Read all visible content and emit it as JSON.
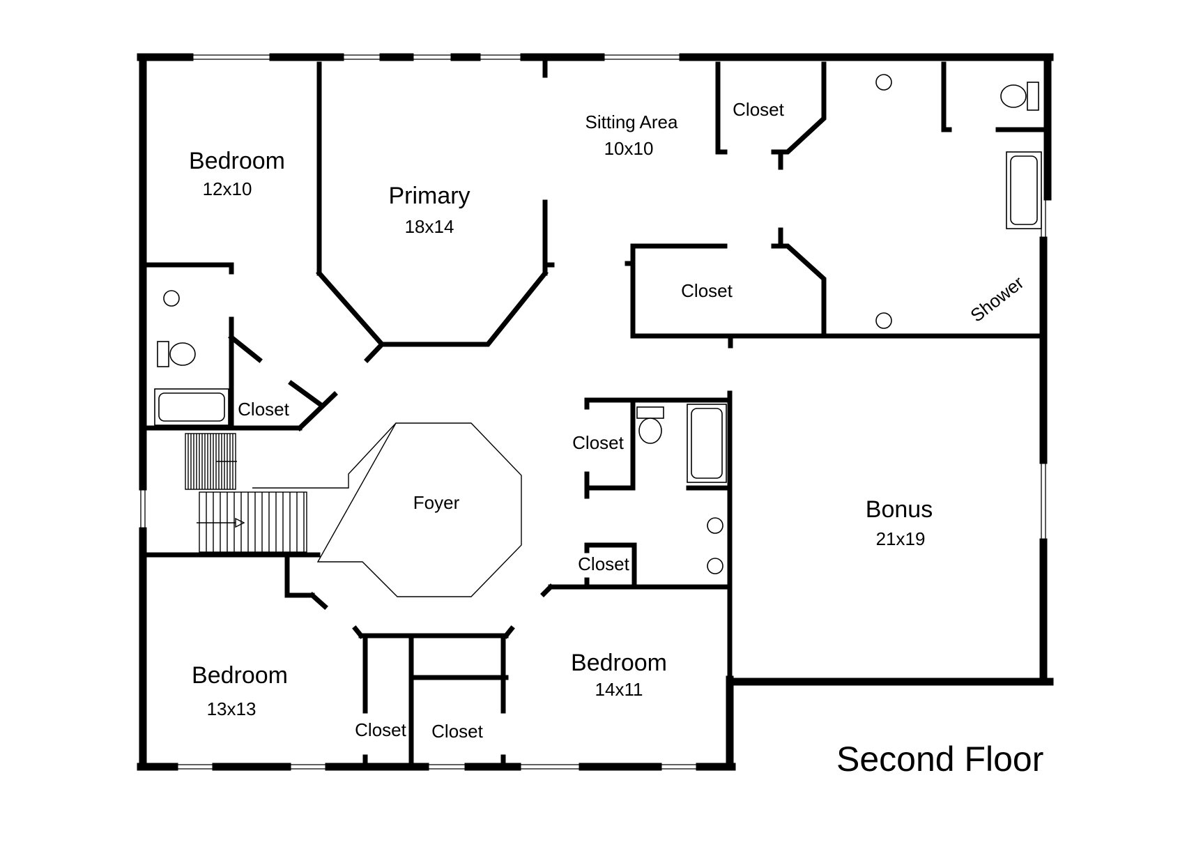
{
  "floor_title": "Second Floor",
  "rooms": {
    "bedroom_nw": {
      "name": "Bedroom",
      "size": "12x10"
    },
    "primary": {
      "name": "Primary",
      "size": "18x14"
    },
    "sitting_area": {
      "name": "Sitting Area",
      "size": "10x10"
    },
    "closet_ne": {
      "name": "Closet"
    },
    "closet_primary": {
      "name": "Closet"
    },
    "shower": {
      "name": "Shower"
    },
    "closet_west": {
      "name": "Closet"
    },
    "foyer": {
      "name": "Foyer"
    },
    "closet_center": {
      "name": "Closet"
    },
    "closet_center_lower": {
      "name": "Closet"
    },
    "bonus": {
      "name": "Bonus",
      "size": "21x19"
    },
    "bedroom_sw": {
      "name": "Bedroom",
      "size": "13x13"
    },
    "closet_south_1": {
      "name": "Closet"
    },
    "closet_south_2": {
      "name": "Closet"
    },
    "bedroom_s": {
      "name": "Bedroom",
      "size": "14x11"
    }
  },
  "colors": {
    "ink": "#000000",
    "paper": "#ffffff"
  }
}
